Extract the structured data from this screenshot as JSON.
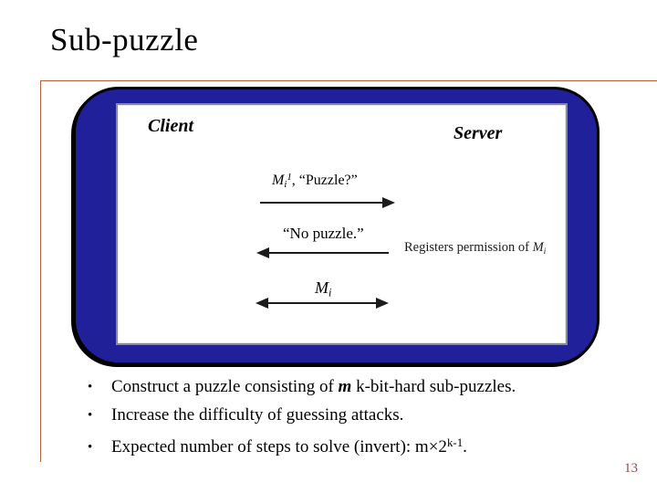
{
  "slide": {
    "title": "Sub-puzzle",
    "page_number": "13"
  },
  "colors": {
    "frame_border": "#b5623a",
    "panel_fill": "#20209a",
    "panel_outline": "#000000",
    "inner_box_border": "#8a8a8a",
    "arrow": "#1b1b1b",
    "page_number_text": "#9a4a4a",
    "body_text": "#000000"
  },
  "diagram": {
    "client_label": "Client",
    "server_label": "Server",
    "msg1": {
      "m": "M",
      "sub": "i",
      "sup": "1",
      "rest": ", “Puzzle?”"
    },
    "msg2": "“No puzzle.”",
    "register_note": {
      "text": "Registers permission of ",
      "m": "M",
      "sub": "i"
    },
    "msg3": {
      "m": "M",
      "sub": "i"
    }
  },
  "bullets": {
    "bullet_char": "•",
    "b1": {
      "pre": "Construct a puzzle consisting of ",
      "emph": "m",
      "post": " k-bit-hard sub-puzzles."
    },
    "b2": {
      "text": "Increase the difficulty of guessing attacks."
    },
    "b3": {
      "pre": "Expected number of steps to solve (invert): m×2",
      "sup": "k-1",
      "post": "."
    }
  }
}
